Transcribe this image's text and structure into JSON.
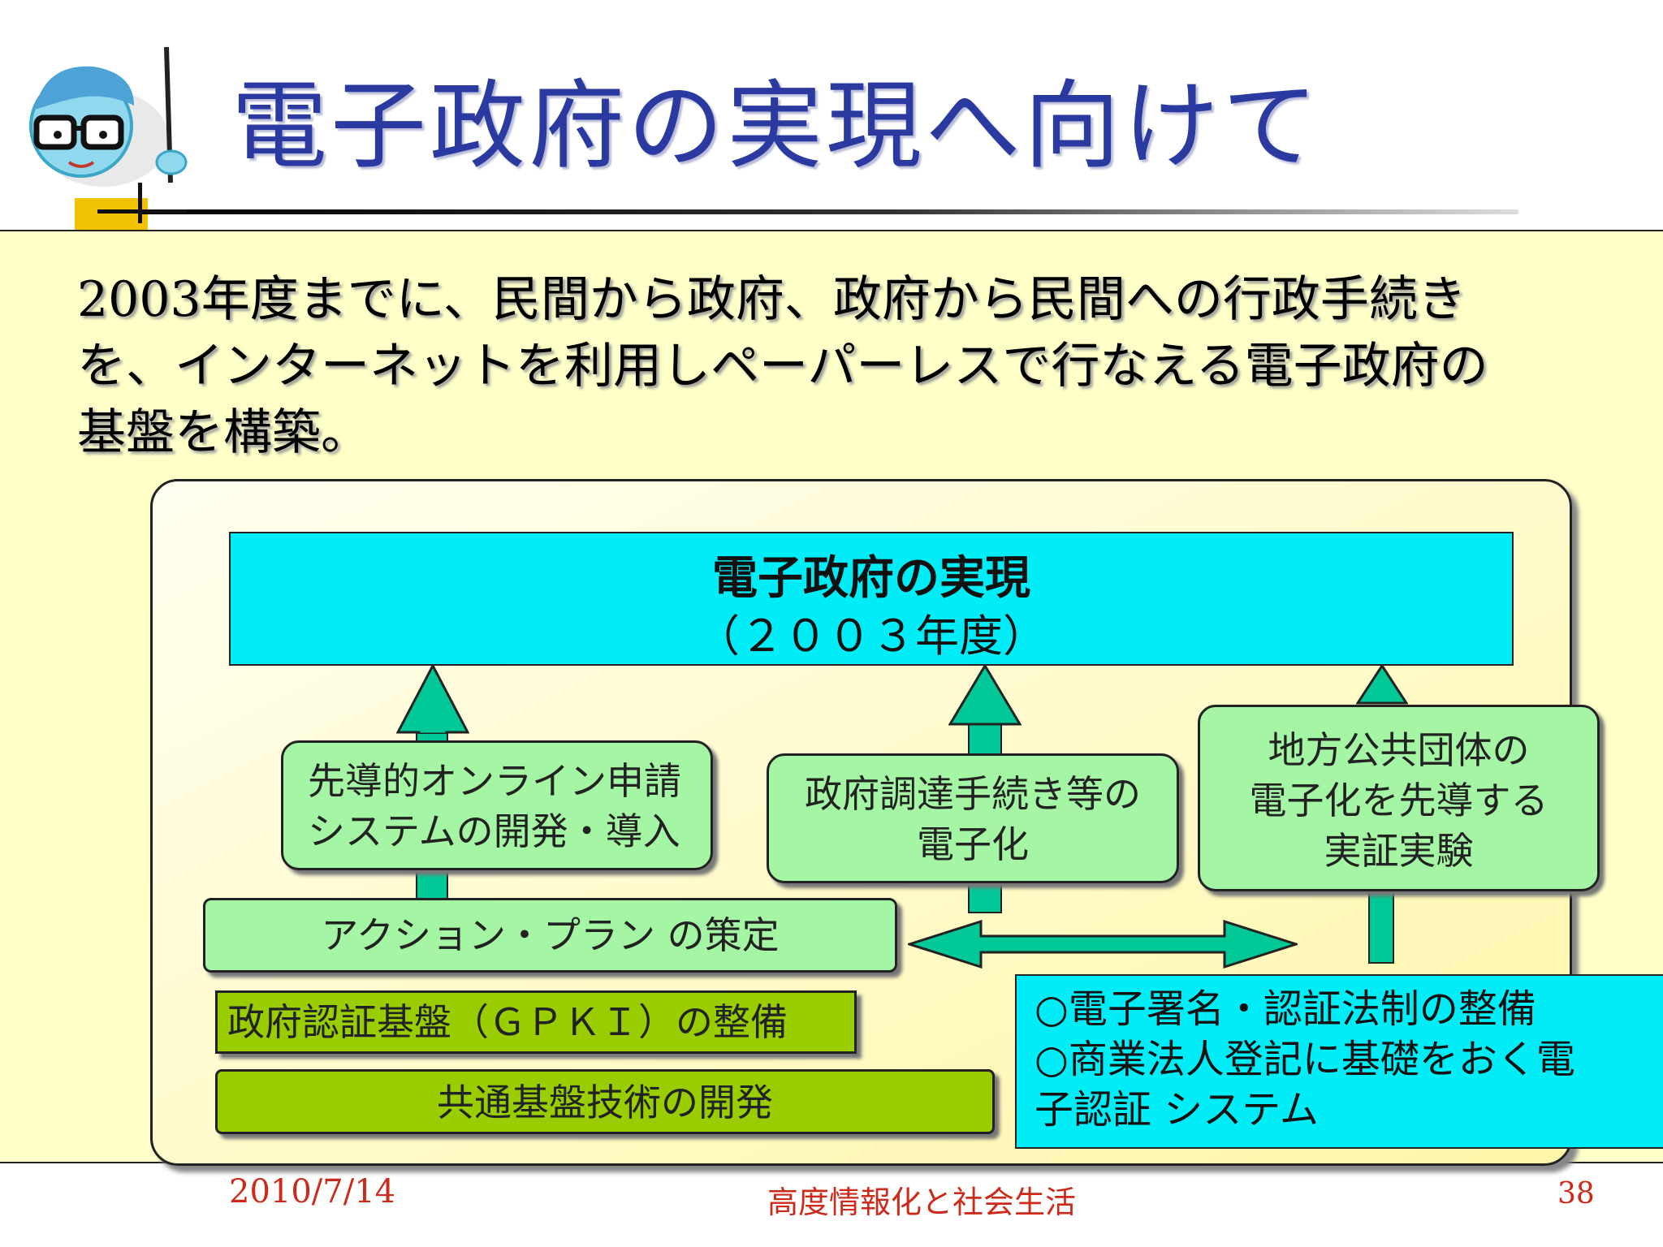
{
  "slide": {
    "title": "電子政府の実現へ向けて",
    "lead": "2003年度までに、民間から政府、政府から民間への行政手続きを、インターネットを利用しペーパーレスで行なえる電子政府の基盤を構築。",
    "goal": {
      "line1": "電子政府の実現",
      "line2": "（２００３年度）"
    },
    "initiatives": [
      {
        "lines": [
          "先導的オンライン申請",
          "システムの開発・導入"
        ]
      },
      {
        "lines": [
          "政府調達手続き等の",
          "電子化"
        ]
      },
      {
        "lines": [
          "地方公共団体の",
          "電子化を先導する",
          "実証実験"
        ]
      }
    ],
    "action_plan": "アクション・プラン の策定",
    "gpki": "政府認証基盤（ＧＰＫＩ）の整備",
    "common_tech": "共通基盤技術の開発",
    "info": {
      "line1": "○電子署名・認証法制の整備",
      "line2": "○商業法人登記に基礎をおく電",
      "line3": "子認証 システム"
    }
  },
  "footer": {
    "date": "2010/7/14",
    "center": "高度情報化と社会生活",
    "page": "38"
  }
}
